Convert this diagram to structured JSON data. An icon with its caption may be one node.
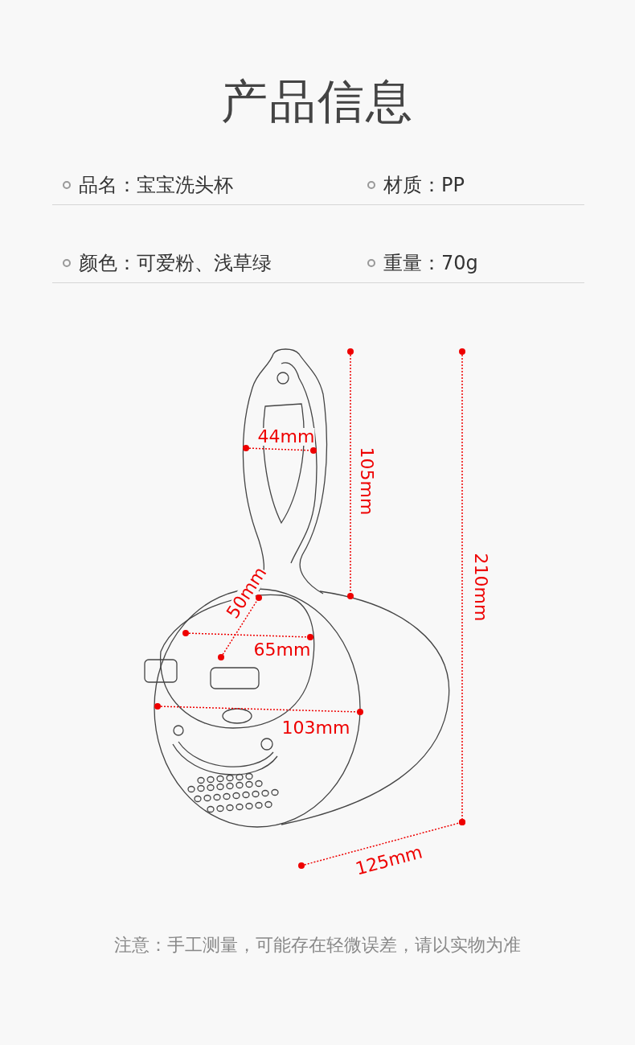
{
  "diagram": {
    "title": "产品信息",
    "labels": [
      "品名：宝宝洗头杯",
      "材质：PP",
      "颜色：可爱粉、浅草绿",
      "重量：70g",
      "44mm",
      "105mm",
      "50mm",
      "210mm",
      "65mm",
      "103mm",
      "125mm",
      "注意：手工测量，可能存在轻微误差，请以实物为准"
    ]
  }
}
